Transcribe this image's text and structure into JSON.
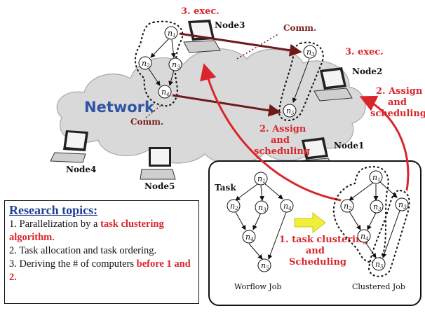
{
  "labels": {
    "exec_top": "3. exec.",
    "exec_right": "3. exec.",
    "comm_top": "Comm.",
    "comm_bottom": "Comm.",
    "network": "Network",
    "assign_right": [
      "2. Assign",
      "and",
      "scheduling"
    ],
    "assign_center": [
      "2. Assign",
      "and",
      "scheduling"
    ],
    "clustering": [
      "1. task clustering",
      "and",
      "Scheduling"
    ],
    "task": "Task",
    "workflow_job": "Worflow Job",
    "clustered_job": "Clustered Job"
  },
  "computers": {
    "node1": "Node1",
    "node2": "Node2",
    "node3": "Node3",
    "node4": "Node4",
    "node5": "Node5"
  },
  "task_nodes": {
    "n1": "n",
    "n2": "n",
    "n3": "n",
    "n4": "n",
    "n5": "n",
    "n1_sub": "1",
    "n2_sub": "2",
    "n3_sub": "3",
    "n4_sub": "4",
    "n5_sub": "5"
  },
  "research": {
    "title": "Research topics:",
    "item1_prefix": "1. Parallelization by a ",
    "item1_highlight": "task clustering algorithm",
    "item1_suffix": ".",
    "item2": "2. Task allocation and task ordering.",
    "item3_prefix": "3. Deriving the # of computers ",
    "item3_highlight": "before 1 and 2."
  },
  "colors": {
    "red": "#d9262c",
    "dark_red": "#7a1f1f",
    "network_blue": "#2f55a4",
    "cloud_fill": "#d9d9d9",
    "arrow_yellow": "#f2ef3a"
  }
}
